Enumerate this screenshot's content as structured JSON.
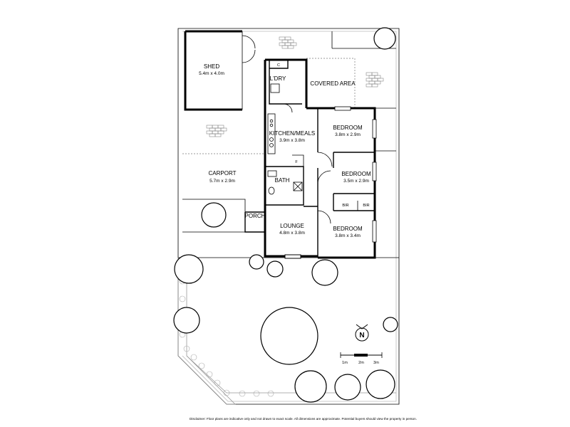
{
  "rooms": [
    {
      "key": "shed",
      "name": "SHED",
      "dims": "5.4m x 4.0m"
    },
    {
      "key": "laundry",
      "name": "L'DRY",
      "dims": ""
    },
    {
      "key": "covered",
      "name": "COVERED AREA",
      "dims": ""
    },
    {
      "key": "kitchen",
      "name": "KITCHEN/MEALS",
      "dims": "3.9m x 3.8m"
    },
    {
      "key": "bed1",
      "name": "BEDROOM",
      "dims": "3.8m x 2.9m"
    },
    {
      "key": "bed2",
      "name": "BEDROOM",
      "dims": "3.5m x 2.9m"
    },
    {
      "key": "bed3",
      "name": "BEDROOM",
      "dims": "3.8m x 3.4m"
    },
    {
      "key": "carport",
      "name": "CARPORT",
      "dims": "5.7m x 2.9m"
    },
    {
      "key": "bath",
      "name": "BATH",
      "dims": ""
    },
    {
      "key": "porch",
      "name": "PORCH",
      "dims": ""
    },
    {
      "key": "lounge",
      "name": "LOUNGE",
      "dims": "4.8m x 3.8m"
    }
  ],
  "fixtures": {
    "cupboard": "C",
    "fridge": "F",
    "bir_left": "BIR",
    "bir_right": "BIR"
  },
  "compass": {
    "letter": "N"
  },
  "scale_bar": {
    "labels": [
      "1m",
      "2m",
      "3m"
    ]
  },
  "disclaimer": "Disclaimer: Floor plans are indicative only and not drawn to exact scale. All dimensions are approximate. Potential buyers should view the property in person."
}
